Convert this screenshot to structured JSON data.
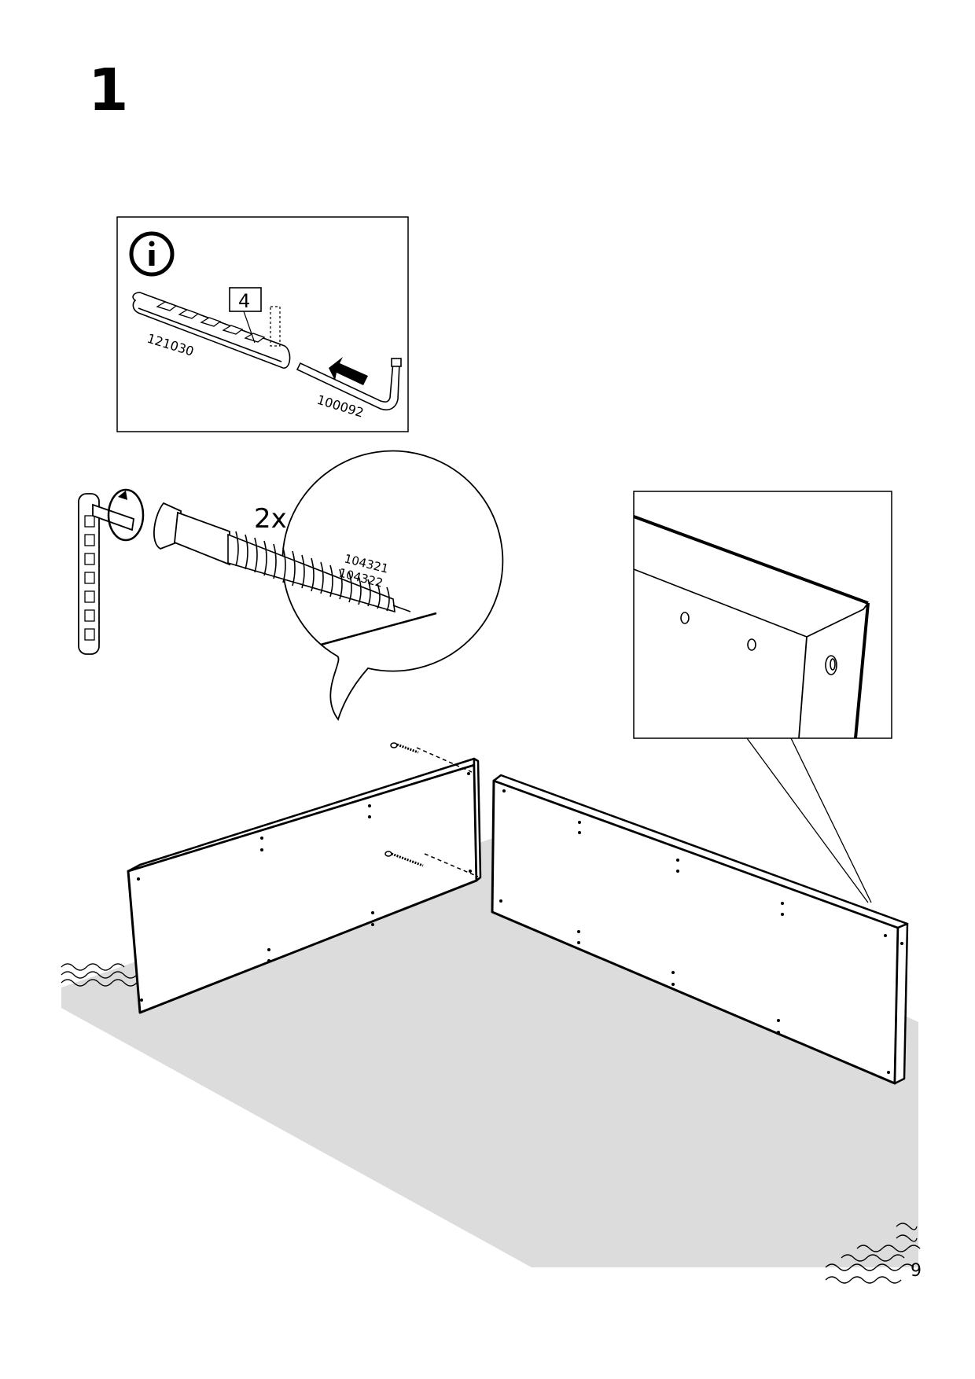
{
  "step": {
    "number": "1"
  },
  "info_box": {
    "icon": "info-icon",
    "quantity": "4",
    "part_dowel_bar": "121030",
    "part_allen_key": "100092"
  },
  "screw_callout": {
    "quantity": "2x",
    "part_a": "104321",
    "part_b": "104322"
  },
  "page": {
    "number": "9"
  }
}
